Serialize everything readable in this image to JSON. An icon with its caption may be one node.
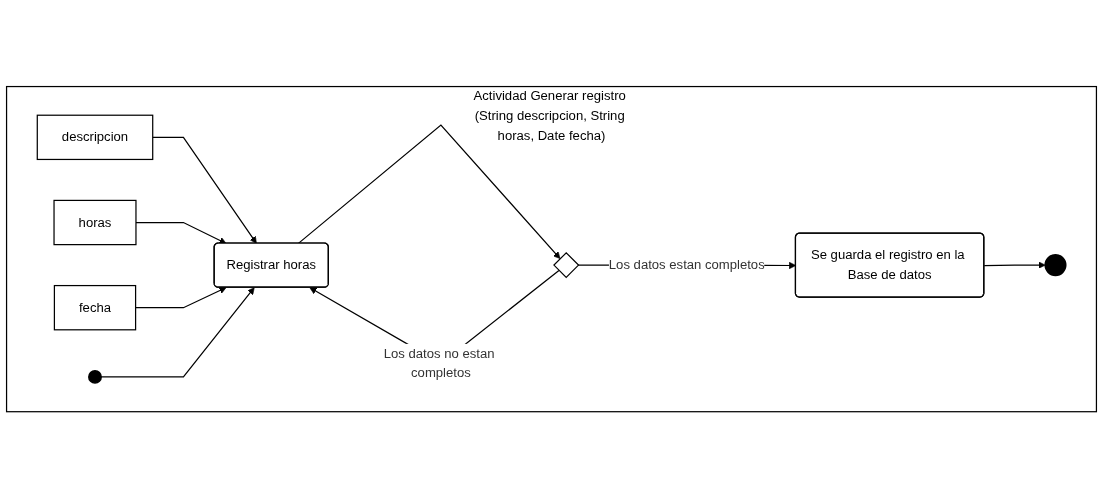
{
  "diagram": {
    "nodes": [
      {
        "text": [
          "Actividad Generar registro (String descripcion, String horas, Date fecha)"
        ]
      },
      {
        "text": [
          "descripcion"
        ],
        "in": 0
      },
      {
        "text": [
          "horas"
        ],
        "in": 0
      },
      {
        "text": [
          "fecha"
        ],
        "in": 0
      },
      {
        "text": [],
        "shape": "circle",
        "in": 0
      },
      {
        "text": [
          "Registrar horas"
        ],
        "in": 0
      },
      {
        "text": [],
        "shape": "diamond",
        "in": 0
      },
      {
        "text": [
          "Se guarda el registro en la Base de datos"
        ],
        "in": 0
      },
      {
        "text": [],
        "shape": "circle",
        "in": 0
      }
    ],
    "edges": [
      {
        "from": 1,
        "to": 5,
        "arrow": "to"
      },
      {
        "from": 2,
        "to": 5,
        "arrow": "to"
      },
      {
        "from": 3,
        "to": 5,
        "arrow": "to"
      },
      {
        "from": 4,
        "to": 5,
        "arrow": "to"
      },
      {
        "from": 5,
        "to": 6,
        "arrow": "to"
      },
      {
        "from": 6,
        "to": 7,
        "label": "Los datos estan completos",
        "arrow": "to"
      },
      {
        "from": 6,
        "to": 5,
        "label": "Los datos no estan completos",
        "arrow": "to"
      },
      {
        "from": 7,
        "to": 8,
        "arrow": "to"
      }
    ]
  }
}
